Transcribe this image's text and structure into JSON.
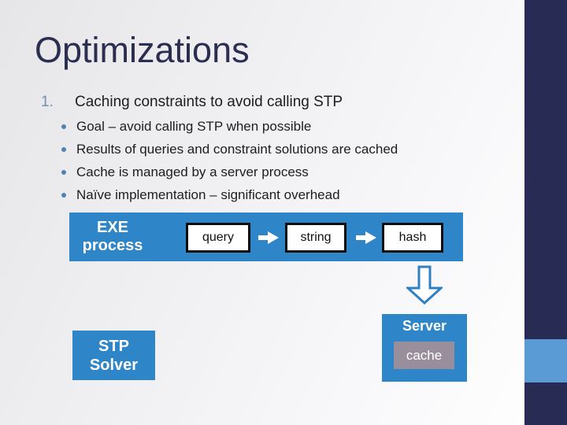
{
  "slide": {
    "title": "Optimizations"
  },
  "list": {
    "number": "1.",
    "heading": "Caching constraints to avoid calling STP",
    "bullets": [
      "Goal – avoid calling STP when possible",
      "Results of queries and constraint solutions are cached",
      "Cache is managed by a server process",
      "Naïve implementation – significant overhead"
    ]
  },
  "diagram": {
    "exe_box": {
      "line1": "EXE",
      "line2": "process"
    },
    "flow_boxes": [
      "query",
      "string",
      "hash"
    ],
    "server_box": {
      "label": "Server",
      "cache_label": "cache"
    },
    "stp_box": {
      "line1": "STP",
      "line2": "Solver"
    }
  },
  "colors": {
    "box_blue": "#2e86c8",
    "sidebar_navy": "#282c55",
    "sidebar_accent_blue": "#5b9bd5",
    "cache_gray": "#998e9b",
    "title_navy": "#2b2e50",
    "list_number_blue": "#6e91b4",
    "bullet_dot_blue": "#4e82b4"
  }
}
